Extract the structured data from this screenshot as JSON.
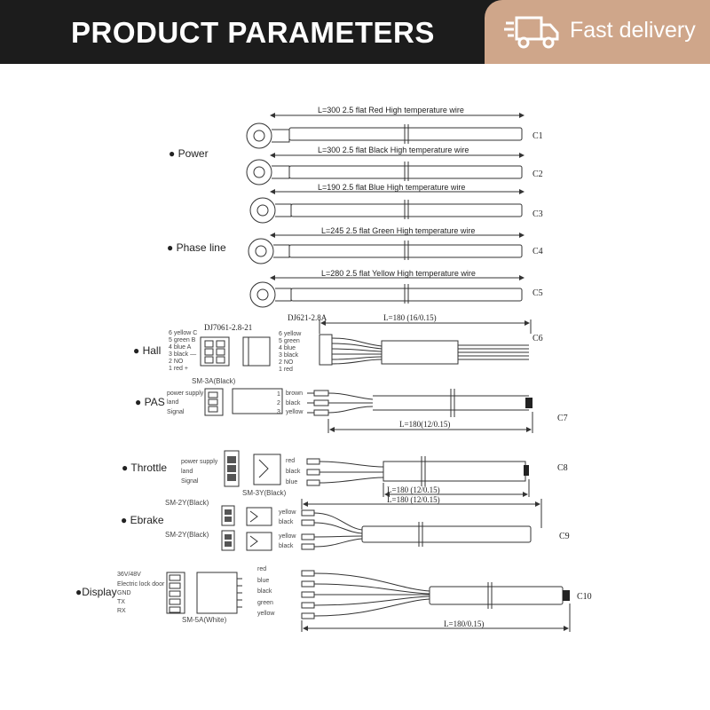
{
  "header": {
    "title": "PRODUCT PARAMETERS",
    "badge_text": "Fast delivery",
    "badge_icon": "truck-icon"
  },
  "colors": {
    "header_bg": "#1c1c1c",
    "badge_bg": "#cfa68a",
    "line": "#333333"
  },
  "groups": {
    "power": "● Power",
    "phase": "● Phase line",
    "hall": "● Hall",
    "pas": "● PAS",
    "throttle": "● Throttle",
    "ebrake": "● Ebrake",
    "display": "●Display"
  },
  "cables": {
    "c1": {
      "spec": "L=300  2.5 flat    Red   High temperature wire",
      "code": "C1"
    },
    "c2": {
      "spec": "L=300  2.5 flat    Black   High temperature wire",
      "code": "C2"
    },
    "c3": {
      "spec": "L=190  2.5 flat    Blue  High temperature wire",
      "code": "C3"
    },
    "c4": {
      "spec": "L=245  2.5 flat    Green   High temperature wire",
      "code": "C4"
    },
    "c5": {
      "spec": "L=280  2.5 flat    Yellow   High temperature wire",
      "code": "C5"
    },
    "c6": {
      "code": "C6",
      "length": "L=180 (16/0.15)",
      "conn_left": "DJ7061-2.8-21",
      "conn_right": "DJ621-2.8A",
      "pins_left": [
        "6 yellow C",
        "5 green B",
        "4 blue A",
        "3 black —",
        "2 NO",
        "1 red +"
      ],
      "pins_right": [
        "6 yellow",
        "5 green",
        "4 blue",
        "3 black",
        "2 NO",
        "1 red"
      ]
    },
    "c7": {
      "code": "C7",
      "length": "L=180(12/0.15)",
      "connector": "SM-3A(Black)",
      "pins": [
        "power supply",
        "land",
        "Signal"
      ],
      "nums": [
        "1",
        "2",
        "3"
      ],
      "colors": [
        "brown",
        "black",
        "yellow"
      ]
    },
    "c8": {
      "code": "C8",
      "length": "L=180 (12/0.15)",
      "connector": "SM-3Y(Black)",
      "pins": [
        "power supply",
        "land",
        "Signal"
      ],
      "colors": [
        "red",
        "black",
        "blue"
      ]
    },
    "c9": {
      "code": "C9",
      "length": "L=180 (12/0.15)",
      "connector_a": "SM-2Y(Black)",
      "connector_b": "SM-2Y(Black)",
      "colors_a": [
        "yellow",
        "black"
      ],
      "colors_b": [
        "yellow",
        "black"
      ]
    },
    "c10": {
      "code": "C10",
      "length": "L=180/0.15)",
      "connector": "SM-5A(White)",
      "pins": [
        "36V/48V",
        "Electric lock door",
        "GND",
        "TX",
        "RX"
      ],
      "colors": [
        "red",
        "blue",
        "black",
        "green",
        "yellow"
      ]
    }
  }
}
